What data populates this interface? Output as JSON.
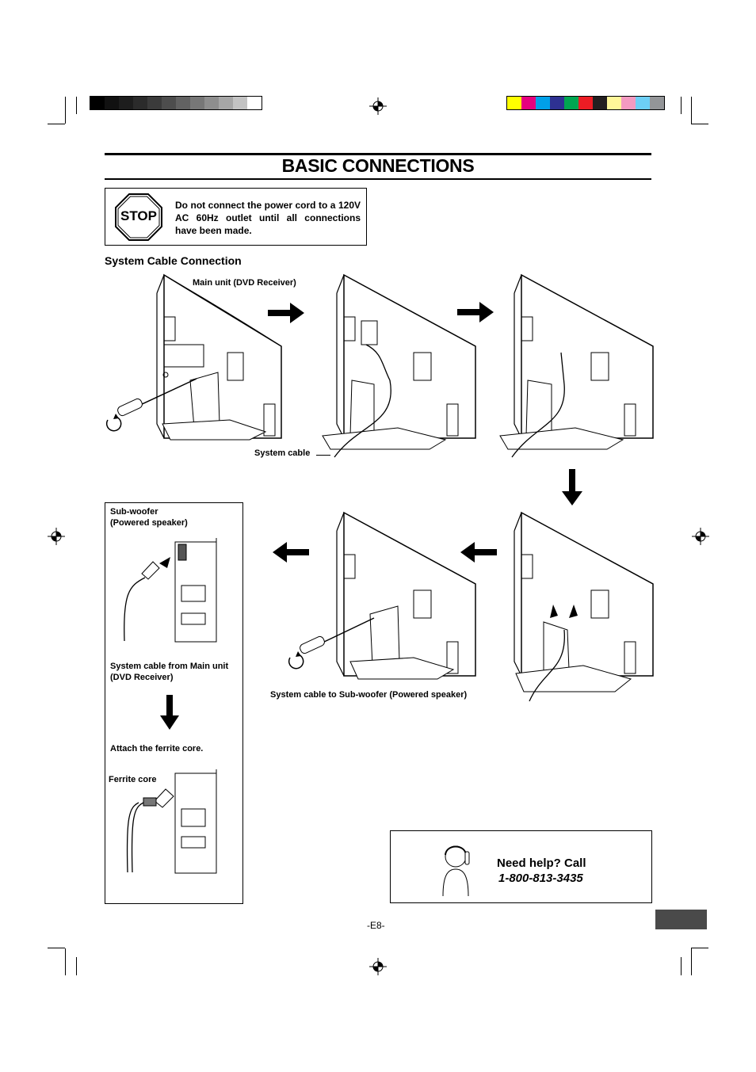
{
  "title": "BASIC CONNECTIONS",
  "stop_notice": {
    "sign_text": "STOP",
    "message": "Do not connect the power cord to a 120V AC 60Hz outlet until all connections have been made."
  },
  "section_heading": "System Cable Connection",
  "labels": {
    "main_unit": "Main unit (DVD Receiver)",
    "system_cable": "System cable",
    "system_cable_to_sub": "System cable to Sub-woofer (Powered speaker)"
  },
  "subwoofer_panel": {
    "title_line1": "Sub-woofer",
    "title_line2": "(Powered speaker)",
    "cable_line1": "System cable from Main unit",
    "cable_line2": "(DVD Receiver)",
    "attach_text": "Attach the ferrite core.",
    "ferrite_label": "Ferrite core"
  },
  "help": {
    "line1": "Need help? Call",
    "phone": "1-800-813-3435"
  },
  "page_number": "-E8-",
  "colors": {
    "gray_bars": [
      "#000000",
      "#111111",
      "#1d1d1d",
      "#2b2b2b",
      "#3b3b3b",
      "#4d4d4d",
      "#626262",
      "#777777",
      "#8e8e8e",
      "#a6a6a6",
      "#c3c3c3",
      "#ffffff"
    ],
    "color_bars": [
      "#ffff00",
      "#e6007e",
      "#00a0e9",
      "#2e3192",
      "#00a651",
      "#ed1c24",
      "#231f20",
      "#fff799",
      "#f49ac1",
      "#6dcff6",
      "#939598"
    ]
  }
}
